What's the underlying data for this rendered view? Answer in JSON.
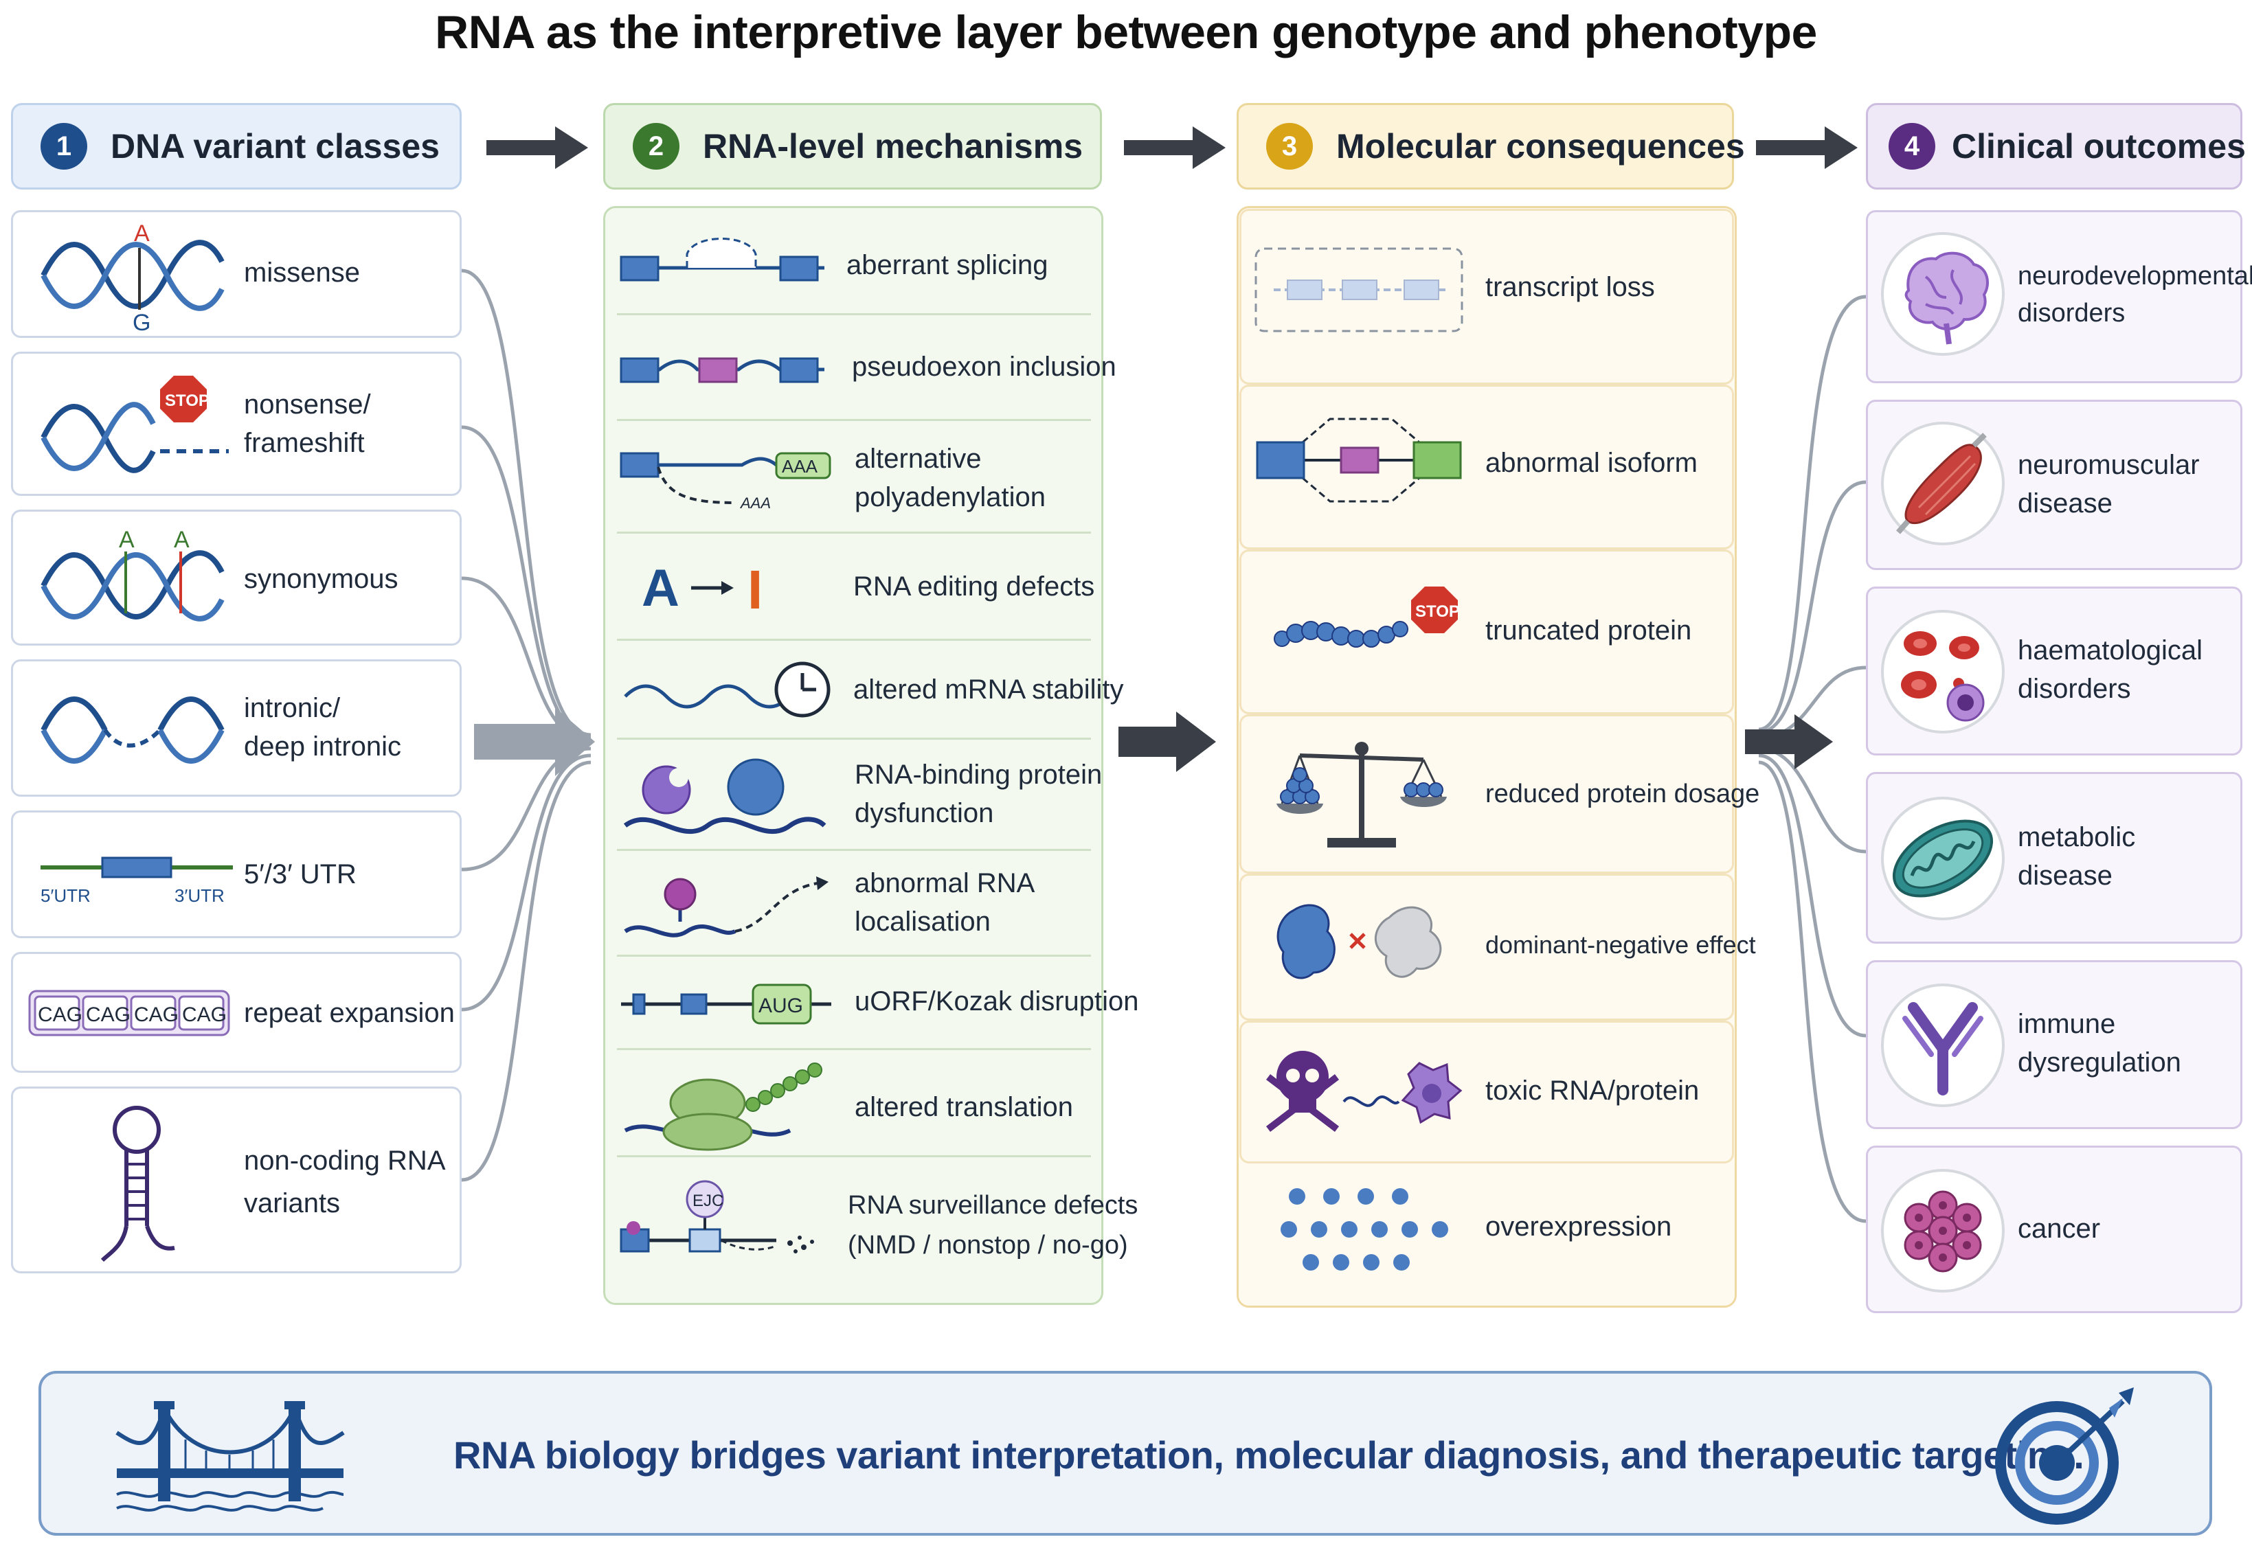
{
  "title": "RNA as the interpretive layer between genotype and phenotype",
  "columns": [
    {
      "number": "1",
      "label": "DNA variant classes",
      "color": "#1f4e8c"
    },
    {
      "number": "2",
      "label": "RNA-level mechanisms",
      "color": "#3b7a2e"
    },
    {
      "number": "3",
      "label": "Molecular consequences",
      "color": "#d9a417"
    },
    {
      "number": "4",
      "label": "Clinical outcomes",
      "color": "#5a2d82"
    }
  ],
  "variants": [
    {
      "label": "missense",
      "icon": "dna-missense-icon",
      "letters": [
        "A",
        "G"
      ]
    },
    {
      "label": "nonsense/\nframeshift",
      "icon": "dna-stop-icon",
      "badge": "STOP"
    },
    {
      "label": "synonymous",
      "icon": "dna-synonymous-icon",
      "letters": [
        "A",
        "A"
      ]
    },
    {
      "label": "intronic/\ndeep intronic",
      "icon": "dna-intronic-icon"
    },
    {
      "label": "5′/3′ UTR",
      "icon": "utr-icon",
      "utr_left": "5′UTR",
      "utr_right": "3′UTR"
    },
    {
      "label": "repeat expansion",
      "icon": "cag-repeat-icon",
      "repeat": "CAG"
    },
    {
      "label": "non-coding RNA\nvariants",
      "icon": "hairpin-rna-icon"
    }
  ],
  "mechanisms": [
    {
      "label": "aberrant splicing",
      "icon": "splicing-icon"
    },
    {
      "label": "pseudoexon inclusion",
      "icon": "pseudoexon-icon"
    },
    {
      "label": "alternative\npolyadenylation",
      "icon": "polya-icon",
      "badge": "AAA",
      "tail": "AAA"
    },
    {
      "label": "RNA editing defects",
      "icon": "editing-icon",
      "letter": "A",
      "to": "I"
    },
    {
      "label": "altered mRNA stability",
      "icon": "clock-icon"
    },
    {
      "label": "RNA-binding protein\ndysfunction",
      "icon": "rbp-icon"
    },
    {
      "label": "abnormal RNA\nlocalisation",
      "icon": "localisation-icon"
    },
    {
      "label": "uORF/Kozak disruption",
      "icon": "uorf-icon",
      "badge": "AUG"
    },
    {
      "label": "altered translation",
      "icon": "ribosome-icon"
    },
    {
      "label": "RNA surveillance defects\n(NMD / nonstop / no-go)",
      "icon": "ejc-icon",
      "badge": "EJC"
    }
  ],
  "consequences": [
    {
      "label": "transcript loss",
      "icon": "transcript-loss-icon"
    },
    {
      "label": "abnormal isoform",
      "icon": "isoform-icon"
    },
    {
      "label": "truncated protein",
      "icon": "truncated-protein-icon",
      "badge": "STOP"
    },
    {
      "label": "reduced protein dosage",
      "icon": "balance-scale-icon"
    },
    {
      "label": "dominant-negative effect",
      "icon": "dominant-negative-icon"
    },
    {
      "label": "toxic RNA/protein",
      "icon": "skull-icon"
    },
    {
      "label": "overexpression",
      "icon": "dots-icon"
    }
  ],
  "outcomes": [
    {
      "label": "neurodevelopmental\ndisorders",
      "icon": "brain-icon"
    },
    {
      "label": "neuromuscular\ndisease",
      "icon": "muscle-icon"
    },
    {
      "label": "haematological\ndisorders",
      "icon": "blood-cells-icon"
    },
    {
      "label": "metabolic\ndisease",
      "icon": "mitochondrion-icon"
    },
    {
      "label": "immune\ndysregulation",
      "icon": "antibody-icon"
    },
    {
      "label": "cancer",
      "icon": "tumor-cells-icon"
    }
  ],
  "footer": {
    "text": "RNA biology bridges variant interpretation, molecular diagnosis, and therapeutic targeting.",
    "left_icon": "bridge-icon",
    "right_icon": "target-icon"
  }
}
